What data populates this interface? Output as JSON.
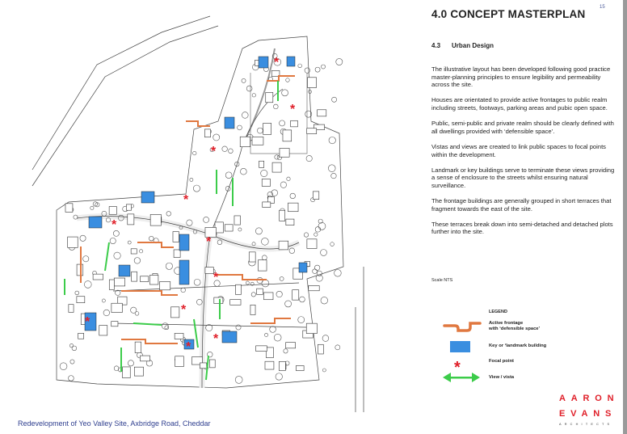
{
  "page_number": "15",
  "title": "4.0  CONCEPT MASTERPLAN",
  "section": {
    "number": "4.3",
    "heading": "Urban Design"
  },
  "paragraphs": [
    "The illustrative layout has been developed following good practice master-planning principles to ensure legibility and permeability across the site.",
    "Houses are orientated to provide active frontages to public realm including streets, footways, parking areas and pubic open space.",
    "Public, semi-public and private realm should be clearly defined with all dwellings provided with ‘defensible space’.",
    "Vistas and views are created to link public spaces to focal points within the development.",
    "Landmark or key buildings serve to terminate these views providing a sense of enclosure to the streets whilst ensuring natural surveillance.",
    "The frontage buildings are generally grouped in short terraces that fragment towards the east of the site.",
    "These terraces break down into semi-detached and detached plots further into the site."
  ],
  "scale": "Scale NTS",
  "legend": {
    "title": "LEGEND",
    "items": [
      {
        "label": "Active frontage",
        "label2": "with ‘defensible space’",
        "icon": "orange-frontage-line",
        "color": "#e07840"
      },
      {
        "label": "Key or ‘landmark building",
        "icon": "blue-rectangle",
        "color": "#3a8ee0"
      },
      {
        "label": "Focal point",
        "icon": "red-asterisk",
        "color": "#e0202a"
      },
      {
        "label": "View / vista",
        "icon": "green-double-arrow",
        "color": "#3ccc4a"
      }
    ]
  },
  "logo": {
    "line1": "AARON",
    "line2": "EVANS",
    "line3": "ARCHITECTS"
  },
  "footer": "Redevelopment of Yeo Valley Site, Axbridge Road, Cheddar"
}
